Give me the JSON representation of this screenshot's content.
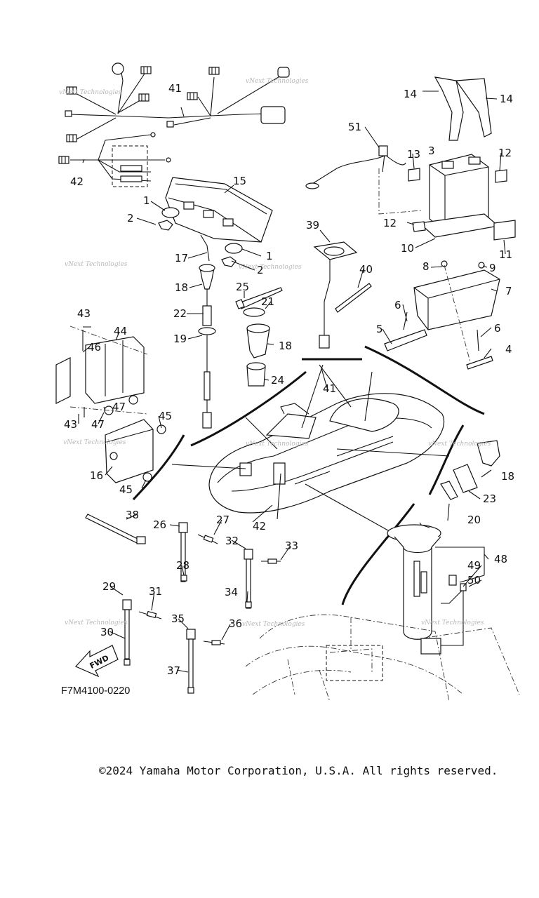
{
  "figure_code": "F7M4100-0220",
  "copyright": "©2024 Yamaha Motor Corporation, U.S.A. All rights reserved.",
  "watermark": "vNext Technologies",
  "fwd_label": "FWD",
  "callouts": [
    "1",
    "2",
    "3",
    "4",
    "5",
    "6",
    "7",
    "8",
    "9",
    "10",
    "11",
    "12",
    "13",
    "14",
    "15",
    "16",
    "17",
    "18",
    "19",
    "20",
    "21",
    "22",
    "23",
    "24",
    "25",
    "26",
    "27",
    "28",
    "29",
    "30",
    "31",
    "32",
    "33",
    "34",
    "35",
    "36",
    "37",
    "38",
    "39",
    "40",
    "41",
    "42",
    "43",
    "44",
    "45",
    "46",
    "47",
    "48",
    "49",
    "50",
    "51"
  ]
}
